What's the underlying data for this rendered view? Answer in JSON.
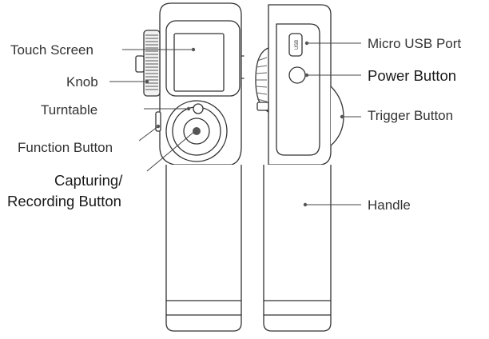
{
  "labels": {
    "touch_screen": "Touch Screen",
    "knob": "Knob",
    "turntable": "Turntable",
    "function_button": "Function Button",
    "capturing_line1": "Capturing/",
    "capturing_line2": "Recording Button",
    "micro_usb_port": "Micro USB Port",
    "power_button": "Power Button",
    "trigger_button": "Trigger Button",
    "handle": "Handle"
  },
  "port_mark": "USB"
}
